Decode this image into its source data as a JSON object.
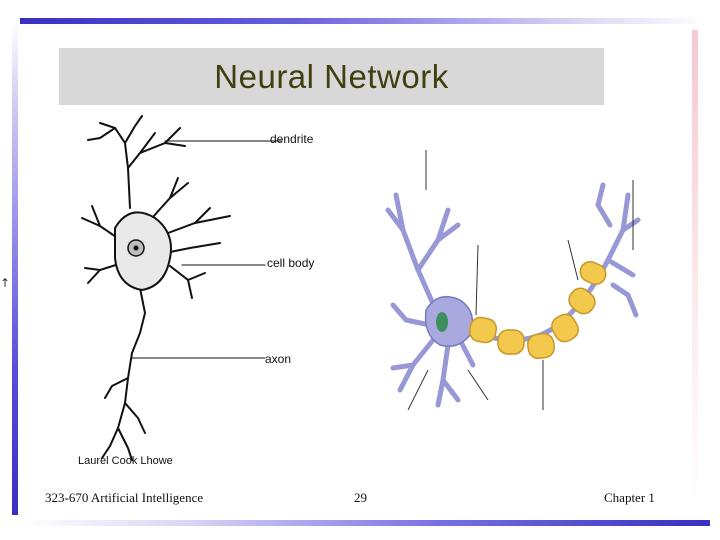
{
  "slide": {
    "title": "Neural Network",
    "nav_glyph": "↑"
  },
  "figure_left": {
    "labels": {
      "dendrite": "dendrite",
      "cell_body": "cell body",
      "axon": "axon"
    },
    "credit": "Laurel Cook Lhowe"
  },
  "footer": {
    "course": "323-670 Artificial Intelligence",
    "page": "29",
    "chapter": "Chapter 1"
  },
  "colors": {
    "title_bg": "#d8d8d8",
    "title_text": "#3f3f0f",
    "neuron_body": "#a9a9e0",
    "myelin": "#f2c94c",
    "nucleus": "#3d8f5e",
    "accent_bar": "#3a2fc0"
  }
}
